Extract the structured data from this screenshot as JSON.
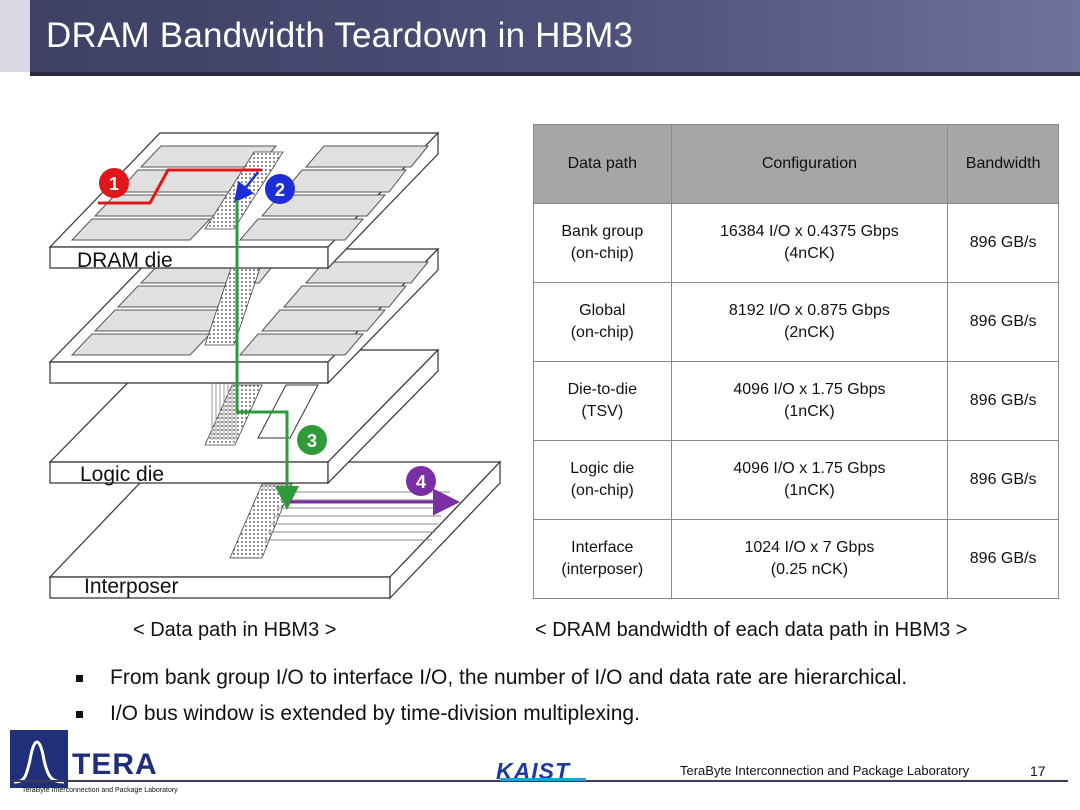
{
  "title": "DRAM Bandwidth Teardown in HBM3",
  "diagram": {
    "labels": {
      "dram_die": "DRAM die",
      "logic_die": "Logic die",
      "interposer": "Interposer"
    },
    "markers": [
      {
        "num": "1",
        "color": "#e0161b"
      },
      {
        "num": "2",
        "color": "#1d2ed6"
      },
      {
        "num": "3",
        "color": "#2e9a39"
      },
      {
        "num": "4",
        "color": "#7b2fa4"
      }
    ],
    "caption": "< Data path in HBM3 >"
  },
  "table": {
    "headers": [
      "Data path",
      "Configuration",
      "Bandwidth"
    ],
    "rows": [
      {
        "path1": "Bank group",
        "path2": "(on-chip)",
        "color": "#e0161b",
        "config1": "16384 I/O x 0.4375 Gbps",
        "config2": "(4nCK)",
        "bandwidth": "896 GB/s"
      },
      {
        "path1": "Global",
        "path2": "(on-chip)",
        "color": "#1d2ed6",
        "config1": "8192 I/O x 0.875 Gbps",
        "config2": "(2nCK)",
        "bandwidth": "896 GB/s"
      },
      {
        "path1": "Die-to-die",
        "path2": "(TSV)",
        "color": "#2e9a39",
        "config1": "4096 I/O x 1.75 Gbps",
        "config2": "(1nCK)",
        "bandwidth": "896 GB/s"
      },
      {
        "path1": "Logic die",
        "path2": "(on-chip)",
        "color": "#2e9a39",
        "config1": "4096 I/O x 1.75 Gbps",
        "config2": "(1nCK)",
        "bandwidth": "896 GB/s"
      },
      {
        "path1": "Interface",
        "path2": "(interposer)",
        "color": "#7b2fa4",
        "config1": "1024 I/O x 7 Gbps",
        "config2": "(0.25 nCK)",
        "bandwidth": "896 GB/s"
      }
    ],
    "caption": "< DRAM bandwidth of each data path in HBM3 >"
  },
  "bullets": [
    "From bank group I/O to interface I/O, the number of I/O and data rate are hierarchical.",
    "I/O bus window is extended by time-division multiplexing."
  ],
  "footer": {
    "logo_word": "TERA",
    "logo_sub_a": "TeraByte",
    "logo_sub_b": "Interconnection and Package Laboratory",
    "kaist": "KAIST",
    "lab": "TeraByte Interconnection and Package Laboratory",
    "page": "17"
  }
}
